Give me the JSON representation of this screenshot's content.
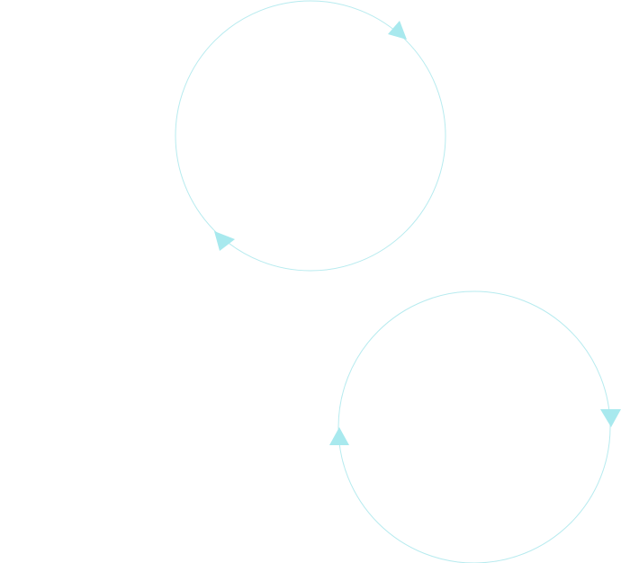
{
  "colors": {
    "background": "#ffffff",
    "stroke": "#b7ebef",
    "arrow": "#a8e9ee"
  },
  "diagram": {
    "cycles": [
      {
        "id": "top-cycle",
        "direction": "clockwise",
        "arrows": [
          {
            "icon": "arrowhead-icon"
          },
          {
            "icon": "arrowhead-icon"
          }
        ]
      },
      {
        "id": "bottom-cycle",
        "direction": "clockwise",
        "arrows": [
          {
            "icon": "arrowhead-icon"
          },
          {
            "icon": "arrowhead-icon"
          }
        ]
      }
    ]
  }
}
